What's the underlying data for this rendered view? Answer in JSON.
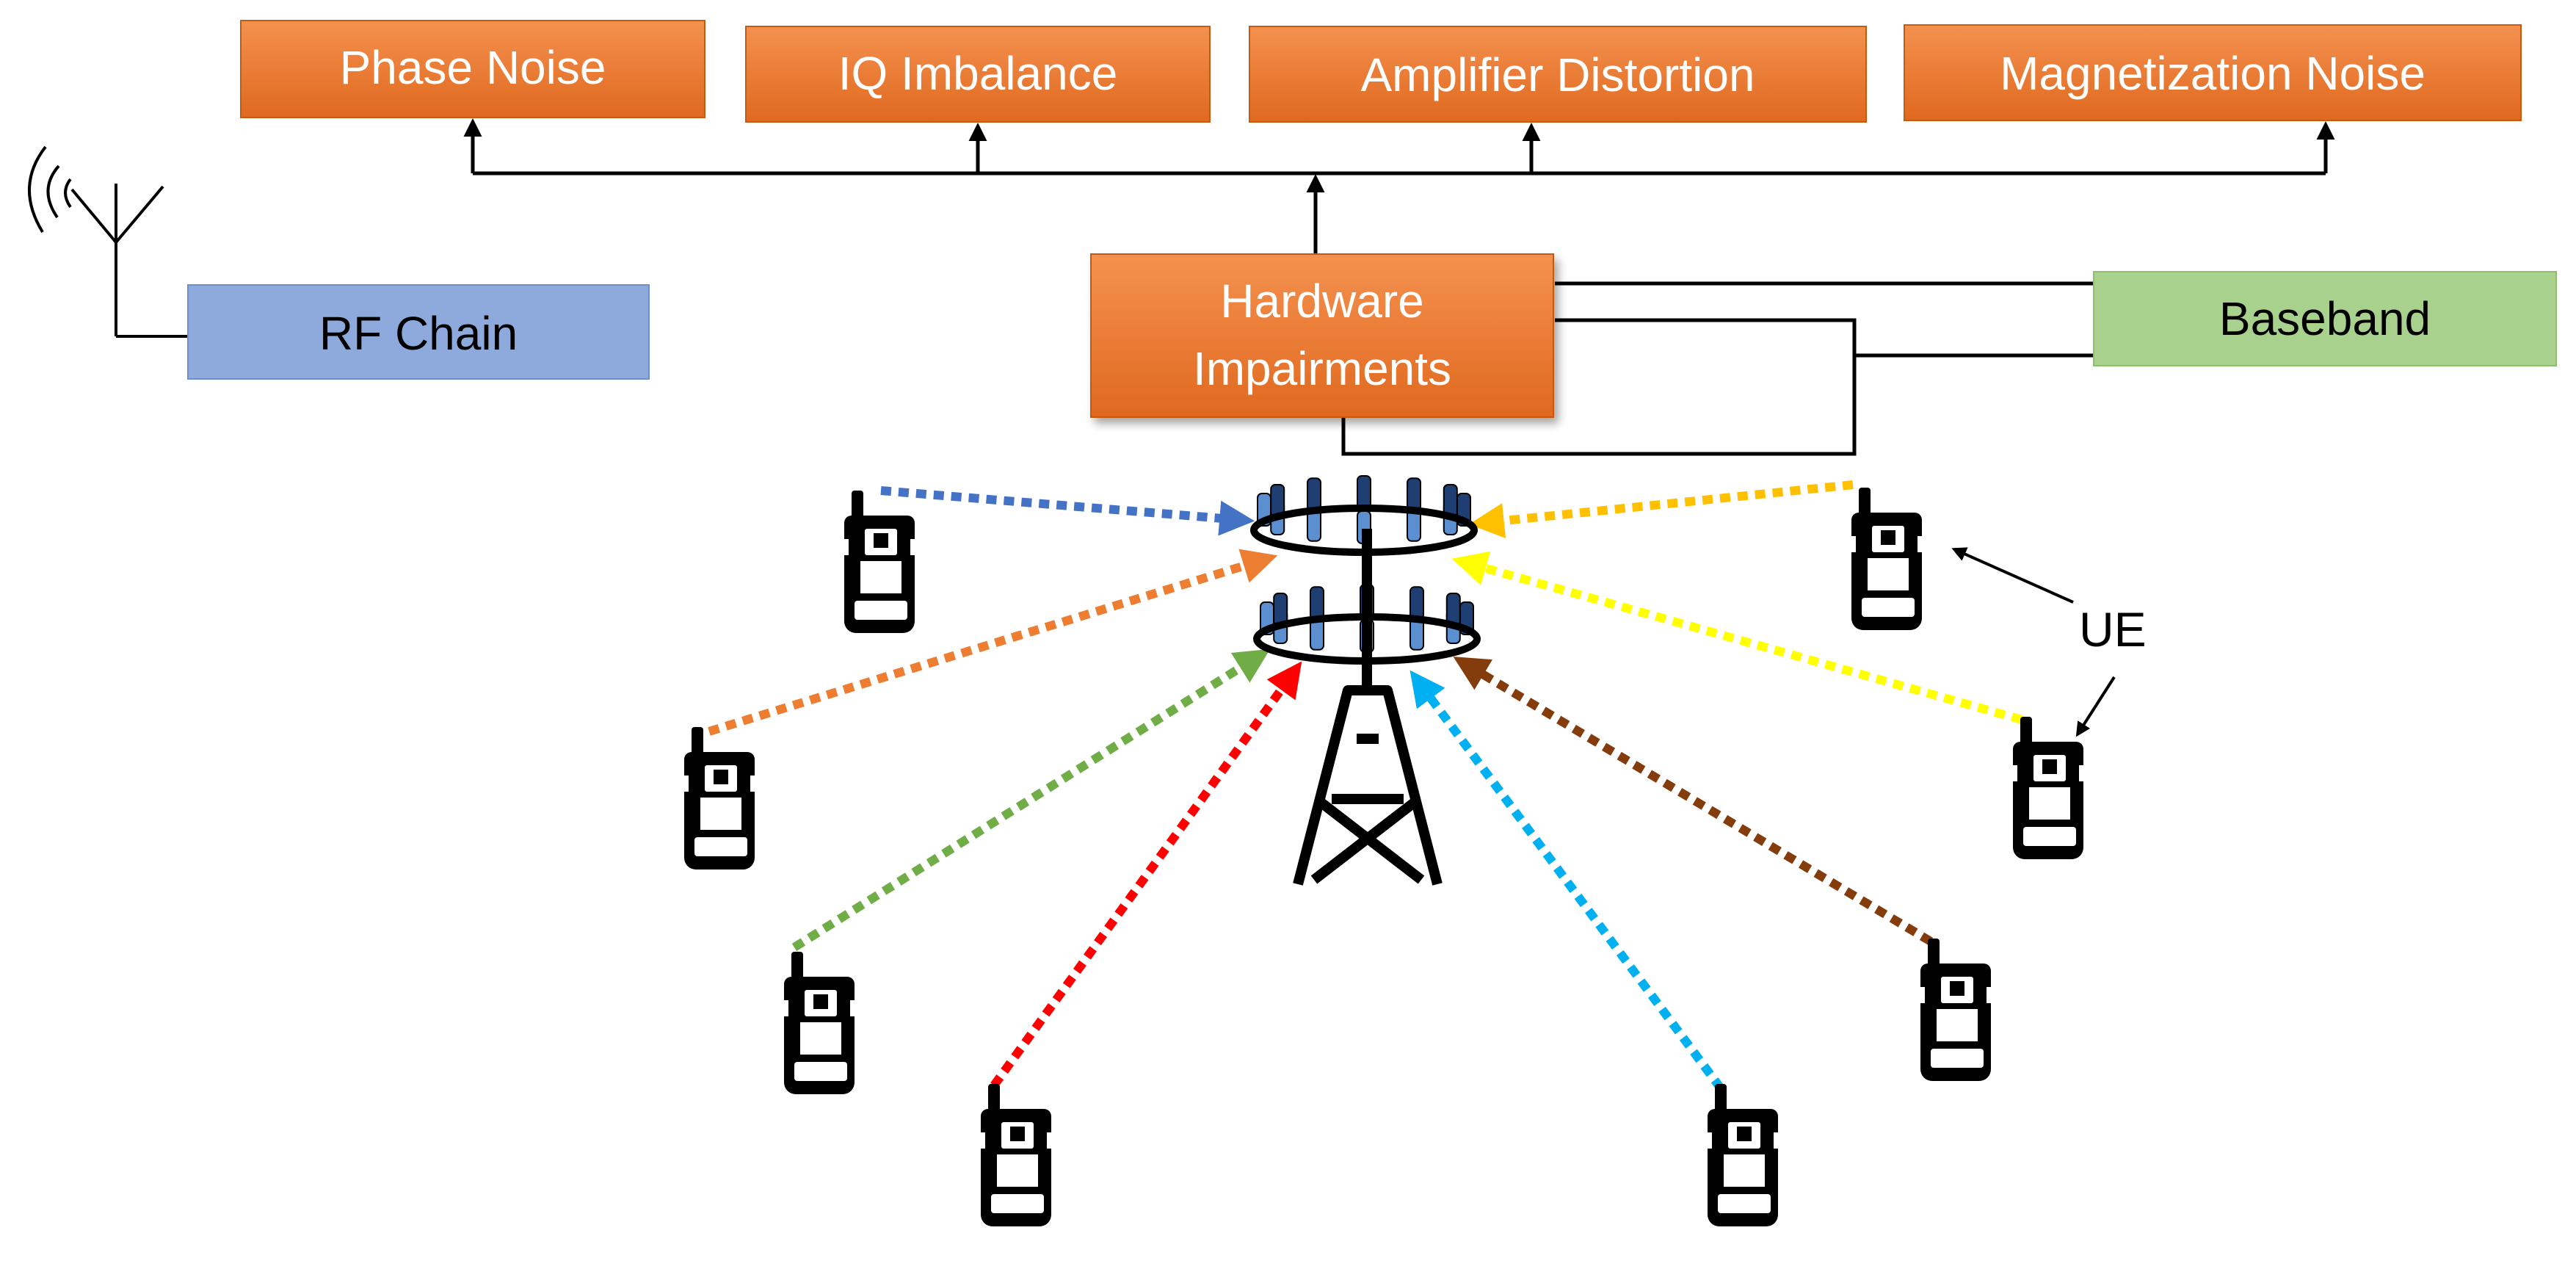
{
  "impairments": {
    "phase_noise": "Phase Noise",
    "iq_imbalance": "IQ Imbalance",
    "amplifier_distortion": "Amplifier Distortion",
    "magnetization_noise": "Magnetization Noise"
  },
  "rf_chain": "RF Chain",
  "hardware_impairments": {
    "line1": "Hardware",
    "line2": "Impairments"
  },
  "baseband": "Baseband",
  "ue_label": "UE",
  "colors": {
    "orange_box": "#ED7D31",
    "orange_box_dark": "#D9641C",
    "rf_chain_box": "#8EA9DB",
    "baseband_box": "#A9D18E",
    "links": [
      "#4472C4",
      "#ED7D31",
      "#70AD47",
      "#FF0000",
      "#00B0F0",
      "#843C0C",
      "#FFFF00",
      "#FFC000"
    ]
  },
  "icons": {
    "antenna": "antenna-icon",
    "base_station": "base-station-tower-icon",
    "user_equipment": "mobile-phone-icon"
  }
}
